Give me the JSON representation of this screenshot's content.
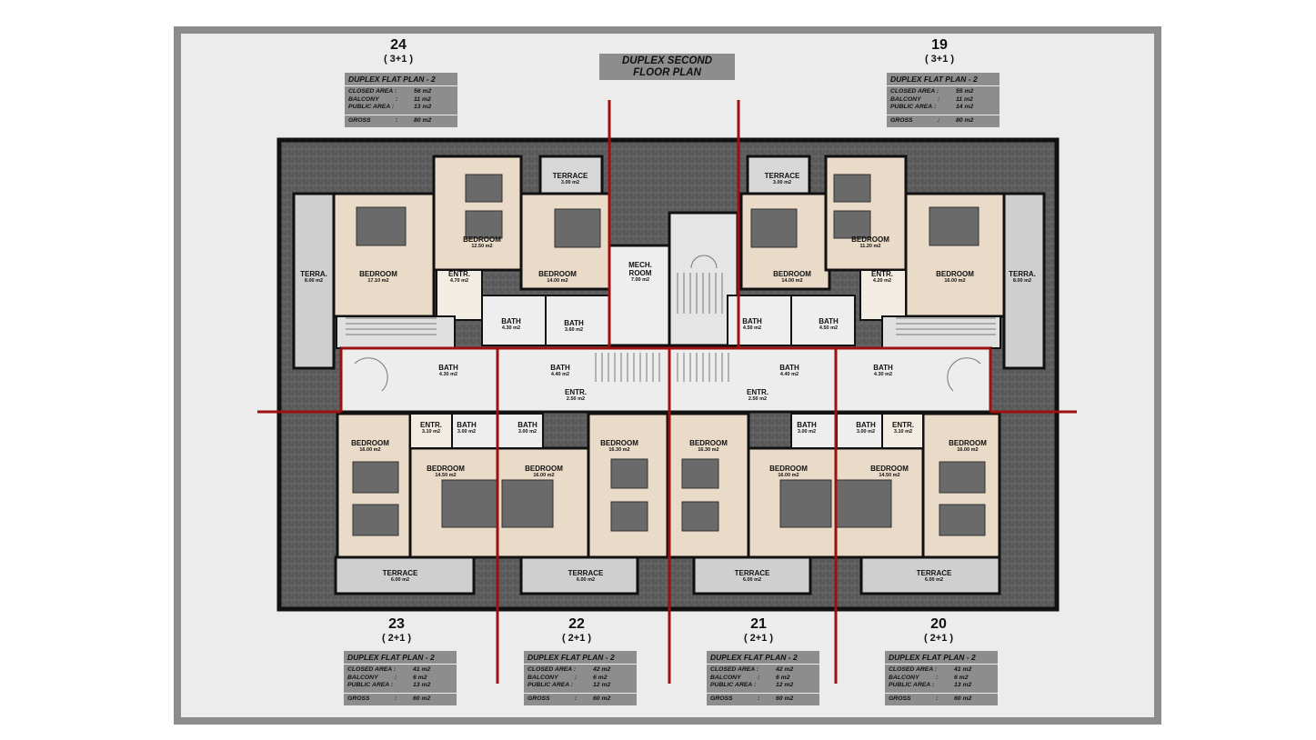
{
  "plan_title": {
    "line1": "DUPLEX SECOND",
    "line2": "FLOOR PLAN"
  },
  "units": [
    {
      "id": "u24",
      "number": "24",
      "type": "( 3+1 )",
      "plan": "DUPLEX FLAT PLAN - 2",
      "closed_label": "CLOSED AREA :",
      "closed": "56 m2",
      "balcony_label": "BALCONY",
      "balcony": "11 m2",
      "public_label": "PUBLIC AREA :",
      "public": "13 m2",
      "gross_label": "GROSS",
      "gross": "80 m2"
    },
    {
      "id": "u19",
      "number": "19",
      "type": "( 3+1 )",
      "plan": "DUPLEX FLAT PLAN - 2",
      "closed_label": "CLOSED AREA :",
      "closed": "55 m2",
      "balcony_label": "BALCONY",
      "balcony": "11 m2",
      "public_label": "PUBLIC AREA :",
      "public": "14 m2",
      "gross_label": "GROSS",
      "gross": "80 m2"
    },
    {
      "id": "u23",
      "number": "23",
      "type": "( 2+1 )",
      "plan": "DUPLEX FLAT PLAN - 2",
      "closed_label": "CLOSED AREA :",
      "closed": "41 m2",
      "balcony_label": "BALCONY",
      "balcony": "6 m2",
      "public_label": "PUBLIC AREA :",
      "public": "13 m2",
      "gross_label": "GROSS",
      "gross": "60 m2"
    },
    {
      "id": "u22",
      "number": "22",
      "type": "( 2+1 )",
      "plan": "DUPLEX FLAT PLAN - 2",
      "closed_label": "CLOSED AREA :",
      "closed": "42 m2",
      "balcony_label": "BALCONY",
      "balcony": "6 m2",
      "public_label": "PUBLIC AREA :",
      "public": "12 m2",
      "gross_label": "GROSS",
      "gross": "60 m2"
    },
    {
      "id": "u21",
      "number": "21",
      "type": "( 2+1 )",
      "plan": "DUPLEX FLAT PLAN - 2",
      "closed_label": "CLOSED AREA :",
      "closed": "42 m2",
      "balcony_label": "BALCONY",
      "balcony": "6 m2",
      "public_label": "PUBLIC AREA :",
      "public": "12 m2",
      "gross_label": "GROSS",
      "gross": "60 m2"
    },
    {
      "id": "u20",
      "number": "20",
      "type": "( 2+1 )",
      "plan": "DUPLEX FLAT PLAN - 2",
      "closed_label": "CLOSED AREA :",
      "closed": "41 m2",
      "balcony_label": "BALCONY",
      "balcony": "6 m2",
      "public_label": "PUBLIC AREA :",
      "public": "13 m2",
      "gross_label": "GROSS",
      "gross": "60 m2"
    }
  ],
  "rooms": [
    {
      "name": "TERRACE",
      "area": "3.00 m2"
    },
    {
      "name": "BEDROOM",
      "area": "12.50 m2"
    },
    {
      "name": "BEDROOM",
      "area": "17.10 m2"
    },
    {
      "name": "TERRA.",
      "area": "8.00 m2"
    },
    {
      "name": "ENTR.",
      "area": "4.70 m2"
    },
    {
      "name": "BEDROOM",
      "area": "14.00 m2"
    },
    {
      "name": "MECH. ROOM",
      "area": "7.00 m2"
    },
    {
      "name": "BATH",
      "area": "4.30 m2"
    },
    {
      "name": "BATH",
      "area": "3.60 m2"
    },
    {
      "name": "TERRACE",
      "area": "3.00 m2"
    },
    {
      "name": "BEDROOM",
      "area": "11.20 m2"
    },
    {
      "name": "BEDROOM",
      "area": "14.00 m2"
    },
    {
      "name": "ENTR.",
      "area": "4.20 m2"
    },
    {
      "name": "BEDROOM",
      "area": "16.00 m2"
    },
    {
      "name": "TERRA.",
      "area": "8.00 m2"
    },
    {
      "name": "BATH",
      "area": "4.50 m2"
    },
    {
      "name": "BATH",
      "area": "4.50 m2"
    },
    {
      "name": "BATH",
      "area": "4.30 m2"
    },
    {
      "name": "BATH",
      "area": "4.40 m2"
    },
    {
      "name": "ENTR.",
      "area": "2.50 m2"
    },
    {
      "name": "ENTR.",
      "area": "2.50 m2"
    },
    {
      "name": "BATH",
      "area": "4.40 m2"
    },
    {
      "name": "BATH",
      "area": "4.30 m2"
    },
    {
      "name": "BEDROOM",
      "area": "16.00 m2"
    },
    {
      "name": "ENTR.",
      "area": "3.10 m2"
    },
    {
      "name": "BATH",
      "area": "3.00 m2"
    },
    {
      "name": "BATH",
      "area": "3.00 m2"
    },
    {
      "name": "BEDROOM",
      "area": "14.50 m2"
    },
    {
      "name": "BEDROOM",
      "area": "16.00 m2"
    },
    {
      "name": "BEDROOM",
      "area": "16.30 m2"
    },
    {
      "name": "BEDROOM",
      "area": "16.30 m2"
    },
    {
      "name": "BEDROOM",
      "area": "16.00 m2"
    },
    {
      "name": "BEDROOM",
      "area": "14.50 m2"
    },
    {
      "name": "BATH",
      "area": "3.00 m2"
    },
    {
      "name": "BATH",
      "area": "3.00 m2"
    },
    {
      "name": "ENTR.",
      "area": "3.10 m2"
    },
    {
      "name": "BEDROOM",
      "area": "16.00 m2"
    },
    {
      "name": "TERRACE",
      "area": "6.00 m2"
    },
    {
      "name": "TERRACE",
      "area": "6.00 m2"
    },
    {
      "name": "TERRACE",
      "area": "6.00 m2"
    },
    {
      "name": "TERRACE",
      "area": "6.00 m2"
    }
  ],
  "colors": {
    "divider": "#9c1010",
    "wall": "#111111",
    "floor": "#eadbc9",
    "roof": "#5e5e5e",
    "infobox": "#8d8d8d"
  }
}
